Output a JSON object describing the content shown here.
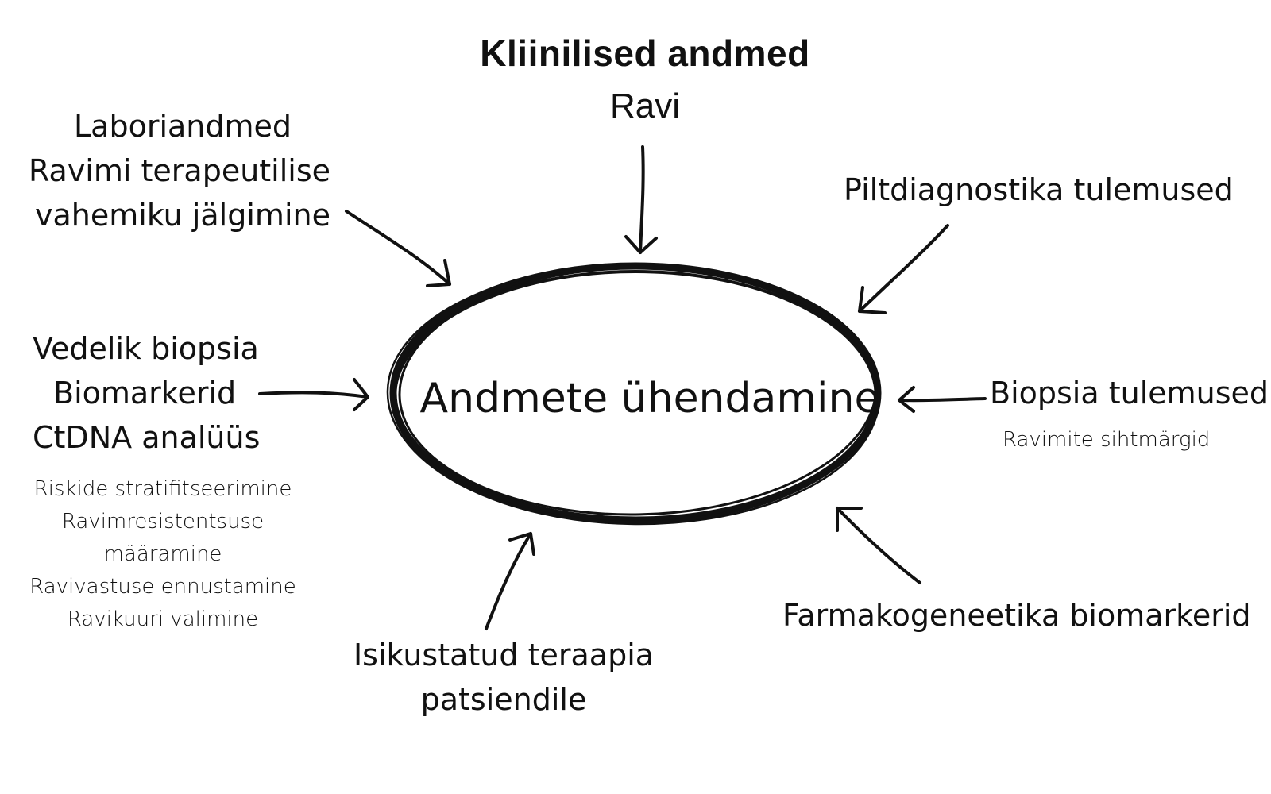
{
  "center": {
    "label": "Andmete ühendamine"
  },
  "top": {
    "title": "Kliinilised andmed",
    "subtitle": "Ravi"
  },
  "top_left": {
    "lines": [
      "Laboriandmed",
      "Ravimi terapeutilise",
      "vahemiku jälgimine"
    ]
  },
  "top_right": {
    "label": "Piltdiagnostika tulemused"
  },
  "left": {
    "lines": [
      "Vedelik biopsia",
      "Biomarkerid",
      "CtDNA analüüs"
    ],
    "details": [
      "Riskide stratifitseerimine",
      "Ravimresistentsuse",
      "määramine",
      "Ravivastuse ennustamine",
      "Ravikuuri valimine"
    ]
  },
  "right": {
    "title": "Biopsia tulemused",
    "detail": "Ravimite sihtmärgid"
  },
  "bottom_right": {
    "label": "Farmakogeneetika biomarkerid"
  },
  "bottom": {
    "lines": [
      "Isikustatud teraapia",
      "patsiendile"
    ]
  },
  "colors": {
    "ink": "#111111",
    "background": "#ffffff"
  }
}
